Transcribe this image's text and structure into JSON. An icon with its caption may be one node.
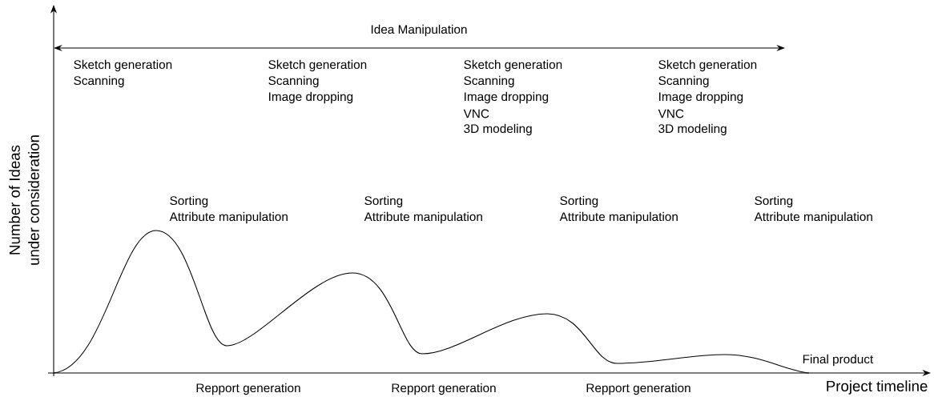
{
  "diagram": {
    "labels": [
      "Idea Manipulation",
      "Sketch generation",
      "Scanning",
      "Sketch generation",
      "Scanning",
      "Image dropping",
      "Sketch generation",
      "Scanning",
      "Image dropping",
      "VNC",
      "3D modeling",
      "Sketch generation",
      "Scanning",
      "Image dropping",
      "VNC",
      "3D modeling",
      "Sorting",
      "Attribute manipulation",
      "Sorting",
      "Attribute manipulation",
      "Sorting",
      "Attribute manipulation",
      "Sorting",
      "Attribute manipulation",
      "Final product",
      "Repport generation",
      "Repport generation",
      "Repport generation",
      "Number of Ideas",
      "under consideration",
      "Project timeline"
    ]
  }
}
